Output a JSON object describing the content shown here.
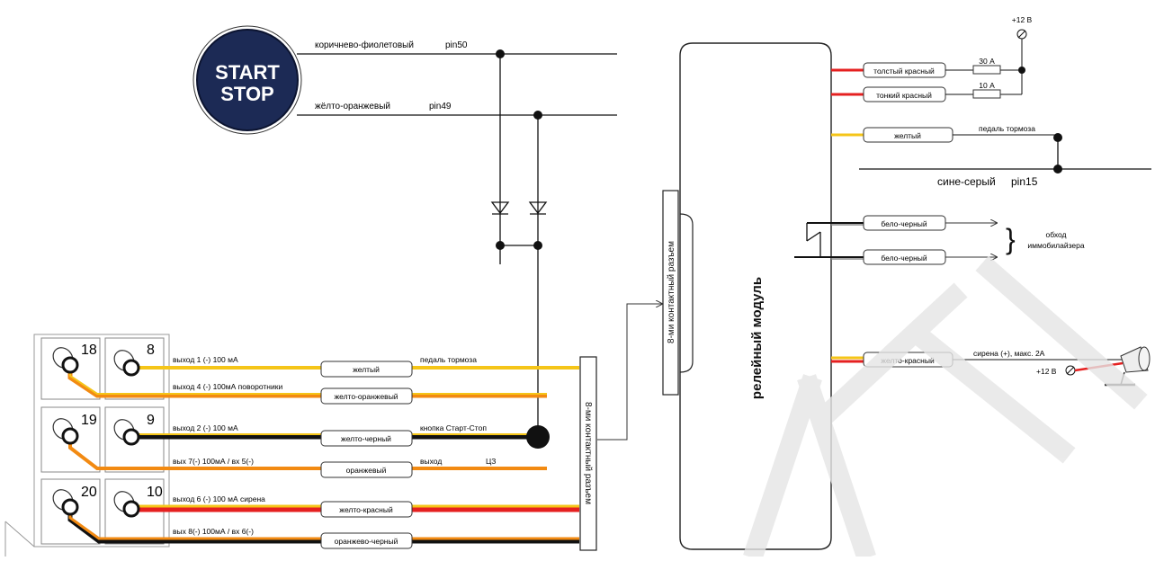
{
  "start_button": {
    "line1": "START",
    "line2": "STOP"
  },
  "wires_top": {
    "brown_violet": "коричнево-фиолетовый",
    "pin50": "pin50",
    "yellow_orange": "жёлто-оранжевый",
    "pin49": "pin49"
  },
  "relay_module": {
    "title": "релейный модуль",
    "connector": "8-ми контактный разъем"
  },
  "connector_left": "8-ми контактный разъем",
  "power": {
    "plus12": "+12 В",
    "thick_red": "толстый красный",
    "thin_red": "тонкий красный",
    "fuse30": "30 А",
    "fuse10": "10 А"
  },
  "brake": {
    "box": "желтый",
    "label": "педаль тормоза"
  },
  "blue_gray": {
    "label": "сине-серый",
    "pin": "pin15"
  },
  "immobilizer": {
    "box1": "бело-черный",
    "box2": "бело-черный",
    "label_line1": "обход",
    "label_line2": "иммобилайзера"
  },
  "siren": {
    "box": "желто-красный",
    "label": "сирена (+), макс. 2А",
    "plus12": "+12 В"
  },
  "pins": [
    "18",
    "8",
    "19",
    "9",
    "20",
    "10"
  ],
  "outputs": [
    {
      "label": "выход 1 (-) 100 мА",
      "box": "желтый",
      "note": "педаль тормоза"
    },
    {
      "label": "выход 4 (-) 100мА поворотники",
      "box": "желто-оранжевый"
    },
    {
      "label": "выход 2 (-) 100 мА",
      "box": "желто-черный",
      "note": "кнопка Старт-Стоп"
    },
    {
      "label": "вых 7(-) 100мА / вх 5(-)",
      "box": "оранжевый",
      "note": "выход",
      "note2": "ЦЗ"
    },
    {
      "label": "выход 6 (-) 100 мА сирена",
      "box": "желто-красный"
    },
    {
      "label": "вых 8(-) 100мА / вх 6(-)",
      "box": "оранжево-черный"
    }
  ],
  "colors": {
    "yellow": "#f5c518",
    "orange": "#f28a12",
    "red": "#e52020",
    "black": "#111111",
    "button_navy": "#1c2a55"
  }
}
